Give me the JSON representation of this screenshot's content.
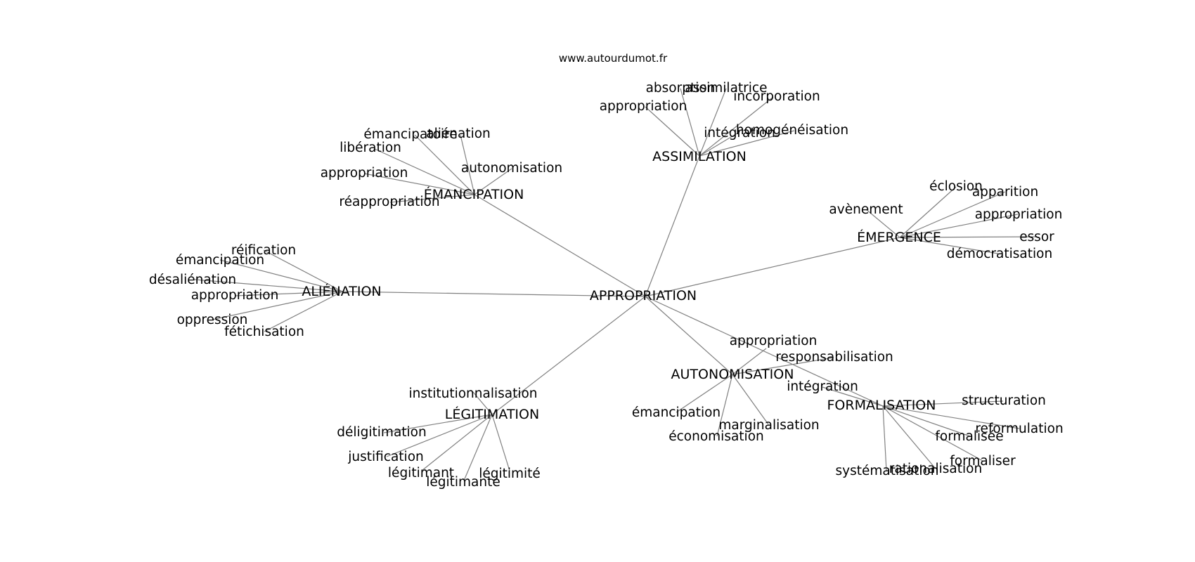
{
  "site": "www.autourdumot.fr",
  "root": "APPROPRIATION",
  "clusters": [
    {
      "name": "ASSIMILATION",
      "words": [
        "absorption",
        "assimilatrice",
        "incorporation",
        "appropriation",
        "intégration",
        "homogénéisation"
      ]
    },
    {
      "name": "ÉMANCIPATION",
      "words": [
        "émancipatoire",
        "aliénation",
        "libération",
        "autonomisation",
        "appropriation",
        "réappropriation"
      ]
    },
    {
      "name": "ÉMERGENCE",
      "words": [
        "éclosion",
        "apparition",
        "avènement",
        "appropriation",
        "essor",
        "démocratisation"
      ]
    },
    {
      "name": "ALIÉNATION",
      "words": [
        "réification",
        "émancipation",
        "désaliénation",
        "appropriation",
        "oppression",
        "fétichisation"
      ]
    },
    {
      "name": "AUTONOMISATION",
      "words": [
        "appropriation",
        "responsabilisation",
        "émancipation",
        "économisation",
        "marginalisation"
      ]
    },
    {
      "name": "FORMALISATION",
      "words": [
        "intégration",
        "structuration",
        "reformulation",
        "formalisée",
        "formaliser",
        "systématisation",
        "rationalisation"
      ]
    },
    {
      "name": "LÉGITIMATION",
      "words": [
        "institutionnalisation",
        "déligitimation",
        "justification",
        "légitimant",
        "légitimante",
        "légitimité"
      ]
    }
  ]
}
